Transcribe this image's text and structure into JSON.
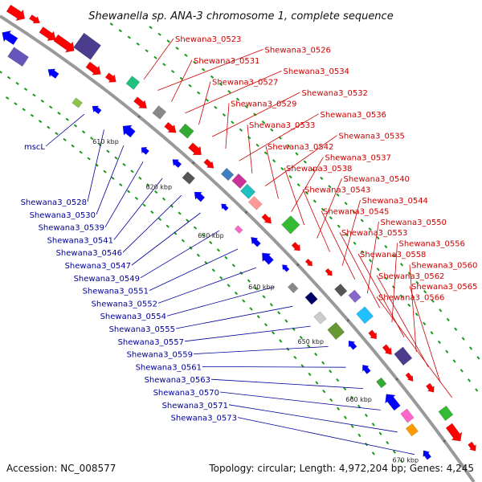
{
  "title": "Shewanella sp. ANA-3 chromosome 1, complete sequence",
  "footer": {
    "accession": "Accession: NC_008577",
    "topology": "Topology: circular; Length: 4,972,204 bp; Genes: 4,245"
  },
  "ticks": [
    {
      "label": "610 kbp"
    },
    {
      "label": "620 kbp"
    },
    {
      "label": "630 kbp"
    },
    {
      "label": "640 kbp"
    },
    {
      "label": "650 kbp"
    },
    {
      "label": "660 kbp"
    },
    {
      "label": "670 kbp"
    }
  ],
  "red_labels": [
    "Shewana3_0523",
    "Shewana3_0526",
    "Shewana3_0531",
    "Shewana3_0534",
    "Shewana3_0527",
    "Shewana3_0532",
    "Shewana3_0529",
    "Shewana3_0536",
    "Shewana3_0533",
    "Shewana3_0535",
    "Shewana3_0542",
    "Shewana3_0537",
    "Shewana3_0538",
    "Shewana3_0540",
    "Shewana3_0543",
    "Shewana3_0544",
    "Shewana3_0545",
    "Shewana3_0550",
    "Shewana3_0553",
    "Shewana3_0556",
    "Shewana3_0558",
    "Shewana3_0560",
    "Shewana3_0562",
    "Shewana3_0565",
    "Shewana3_0566"
  ],
  "blue_labels": [
    "mscL",
    "Shewana3_0528",
    "Shewana3_0530",
    "Shewana3_0539",
    "Shewana3_0541",
    "Shewana3_0546",
    "Shewana3_0547",
    "Shewana3_0549",
    "Shewana3_0551",
    "Shewana3_0552",
    "Shewana3_0554",
    "Shewana3_0555",
    "Shewana3_0557",
    "Shewana3_0559",
    "Shewana3_0561",
    "Shewana3_0563",
    "Shewana3_0570",
    "Shewana3_0571",
    "Shewana3_0573"
  ],
  "colors": {
    "forward": "#ff0000",
    "reverse": "#0000ff",
    "backbone": "#999999",
    "label_red": "#cc0000",
    "label_blue": "#000099",
    "dots": "#1a9a1a"
  }
}
